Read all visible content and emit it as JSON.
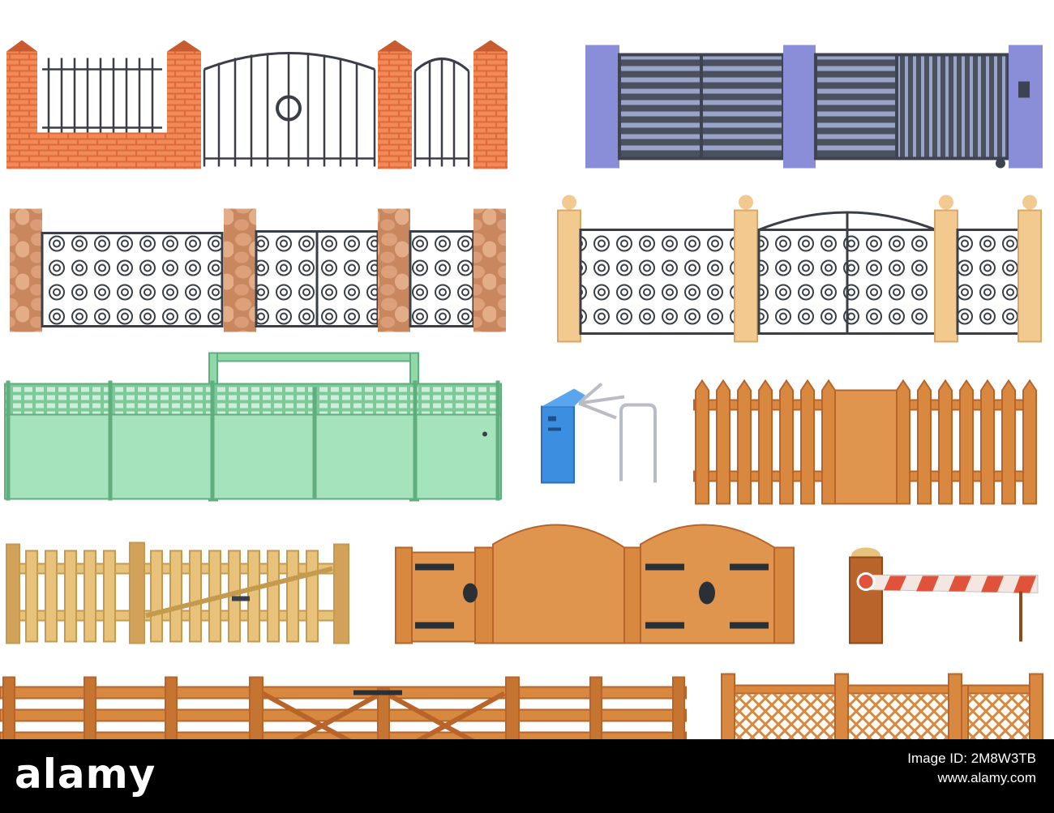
{
  "watermark": {
    "brand": "alamy",
    "image_id": "Image ID: 2M8W3TB",
    "website": "www.alamy.com"
  },
  "colors": {
    "brick": "#e0683a",
    "brick_light": "#f08a56",
    "iron": "#3a3f47",
    "stone": "#d89a74",
    "modern_panel": "#3d4350",
    "modern_pillar": "#8a8ed8",
    "cream_pillar": "#f2c98e",
    "mint": "#8fd8a8",
    "wood_light": "#e8c27a",
    "wood": "#d9893f",
    "wood_dark": "#b8642a",
    "barrier_red": "#e0523a",
    "turnstile_blue": "#3b8ee0",
    "background": "#ffffff",
    "footer": "#000000"
  },
  "icons": [
    "wrought-iron-fence-icon",
    "sliding-gate-icon",
    "stone-fence-icon",
    "ornamental-fence-icon",
    "mint-fence-icon",
    "turnstile-icon",
    "picket-fence-icon",
    "barrier-gate-icon",
    "lattice-fence-icon",
    "ranch-fence-icon"
  ]
}
